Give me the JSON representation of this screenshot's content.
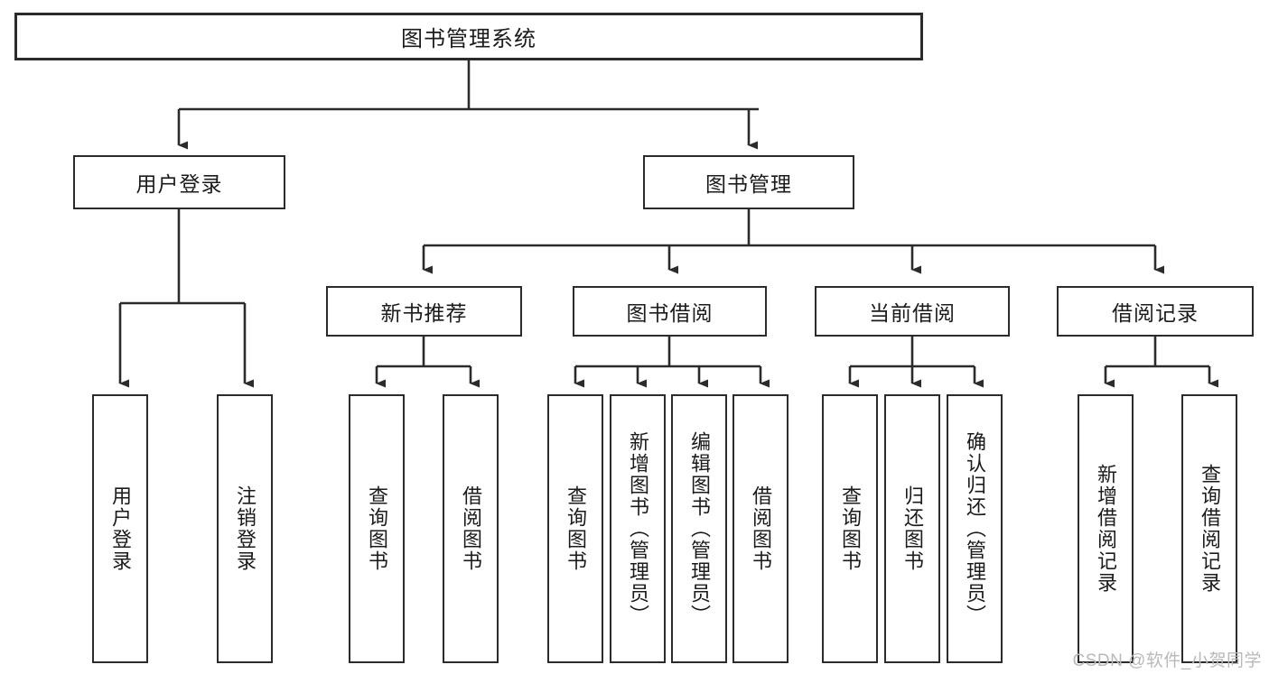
{
  "diagram": {
    "title": "图书管理系统",
    "type": "hierarchy-tree",
    "colors": {
      "background": "#ffffff",
      "border": "#2b2b2b",
      "text": "#1b1b1b",
      "watermark": "#b9b9b9"
    },
    "root": {
      "label": "图书管理系统"
    },
    "level2": [
      {
        "label": "用户登录"
      },
      {
        "label": "图书管理"
      }
    ],
    "level3": [
      {
        "label": "新书推荐"
      },
      {
        "label": "图书借阅"
      },
      {
        "label": "当前借阅"
      },
      {
        "label": "借阅记录"
      }
    ],
    "leaves": {
      "user_login": [
        {
          "label": "用户登录"
        },
        {
          "label": "注销登录"
        }
      ],
      "new_book_recommend": [
        {
          "label": "查询图书"
        },
        {
          "label": "借阅图书"
        }
      ],
      "book_borrow": [
        {
          "label": "查询图书"
        },
        {
          "label": "新增图书（管理员）"
        },
        {
          "label": "编辑图书（管理员）"
        },
        {
          "label": "借阅图书"
        }
      ],
      "current_borrow": [
        {
          "label": "查询图书"
        },
        {
          "label": "归还图书"
        },
        {
          "label": "确认归还（管理员）"
        }
      ],
      "borrow_record": [
        {
          "label": "新增借阅记录"
        },
        {
          "label": "查询借阅记录"
        }
      ]
    },
    "watermark": "CSDN @软件_小贺同学"
  }
}
